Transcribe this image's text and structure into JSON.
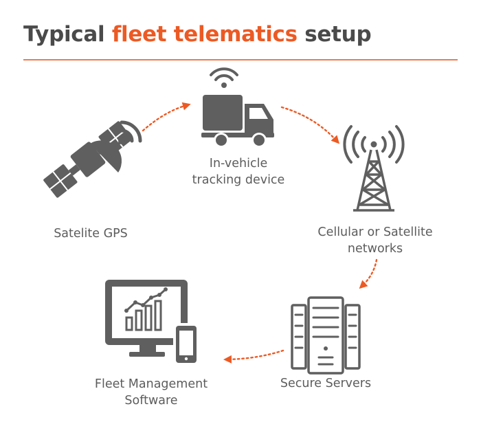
{
  "title": {
    "part1": "Typical ",
    "highlight": "fleet telematics",
    "part2": " setup"
  },
  "nodes": {
    "gps": {
      "lines": [
        "Satelite GPS"
      ],
      "icon": "satellite-icon"
    },
    "device": {
      "lines": [
        "In-vehicle",
        "tracking device"
      ],
      "icon": "truck-icon"
    },
    "network": {
      "lines": [
        "Cellular or Satellite",
        "networks"
      ],
      "icon": "cell-tower-icon"
    },
    "servers": {
      "lines": [
        "Secure Servers"
      ],
      "icon": "server-icon"
    },
    "software": {
      "lines": [
        "Fleet Management",
        "Software"
      ],
      "icon": "monitor-tablet-chart-icon"
    }
  },
  "colors": {
    "accent": "#ec5a24",
    "icon": "#5f5f5f",
    "text": "#5c5c5c"
  }
}
